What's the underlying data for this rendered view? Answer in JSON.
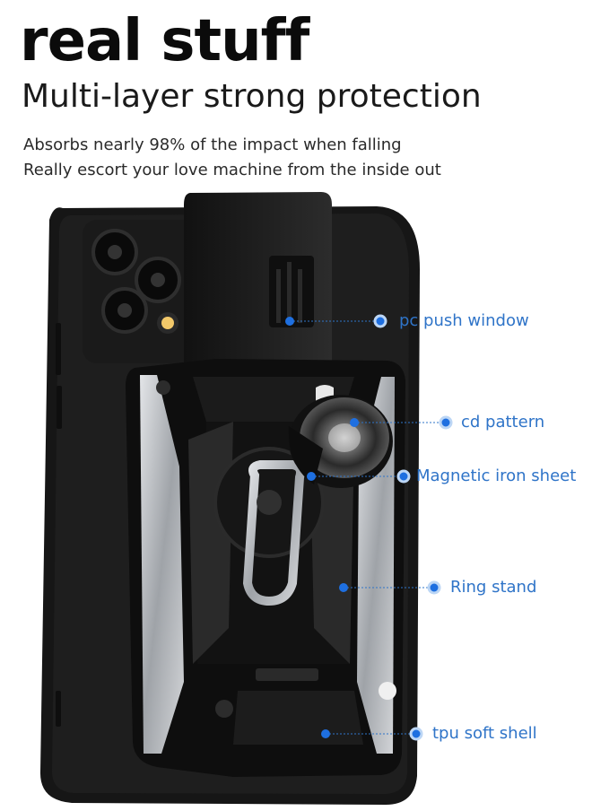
{
  "headline": "real stuff",
  "subheadline": "Multi-layer strong protection",
  "description": [
    "Absorbs nearly 98% of the impact when falling",
    "Really escort your love machine from the inside out"
  ],
  "callouts": [
    {
      "label": "pc push window"
    },
    {
      "label": "cd pattern"
    },
    {
      "label": "Magnetic iron sheet"
    },
    {
      "label": "Ring stand"
    },
    {
      "label": "tpu soft shell"
    }
  ],
  "colors": {
    "accent": "#2f74c8",
    "dot": "#1e6fe0",
    "case_black": "#141414",
    "case_silver": "#b9bcc0"
  }
}
